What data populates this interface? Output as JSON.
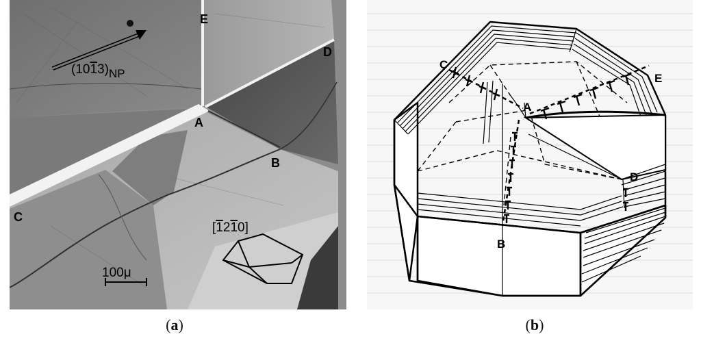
{
  "figure": {
    "panel_a": {
      "caption_open": "(",
      "caption_letter": "a",
      "caption_close": ")",
      "labels": {
        "A": "A",
        "B": "B",
        "C": "C",
        "D": "D",
        "E": "E"
      },
      "plane_label": "(10",
      "plane_label_bar_digit": "1",
      "plane_label_end": "3)",
      "plane_subscript": "NP",
      "direction_label_open": "[",
      "direction_bar1": "1",
      "direction_mid": "2",
      "direction_bar2": "1",
      "direction_end": "0]",
      "scale_bar": "100μ"
    },
    "panel_b": {
      "caption_open": "(",
      "caption_letter": "b",
      "caption_close": ")",
      "labels": {
        "A": "A",
        "B": "B",
        "C": "C",
        "D": "D",
        "E": "E"
      }
    }
  }
}
